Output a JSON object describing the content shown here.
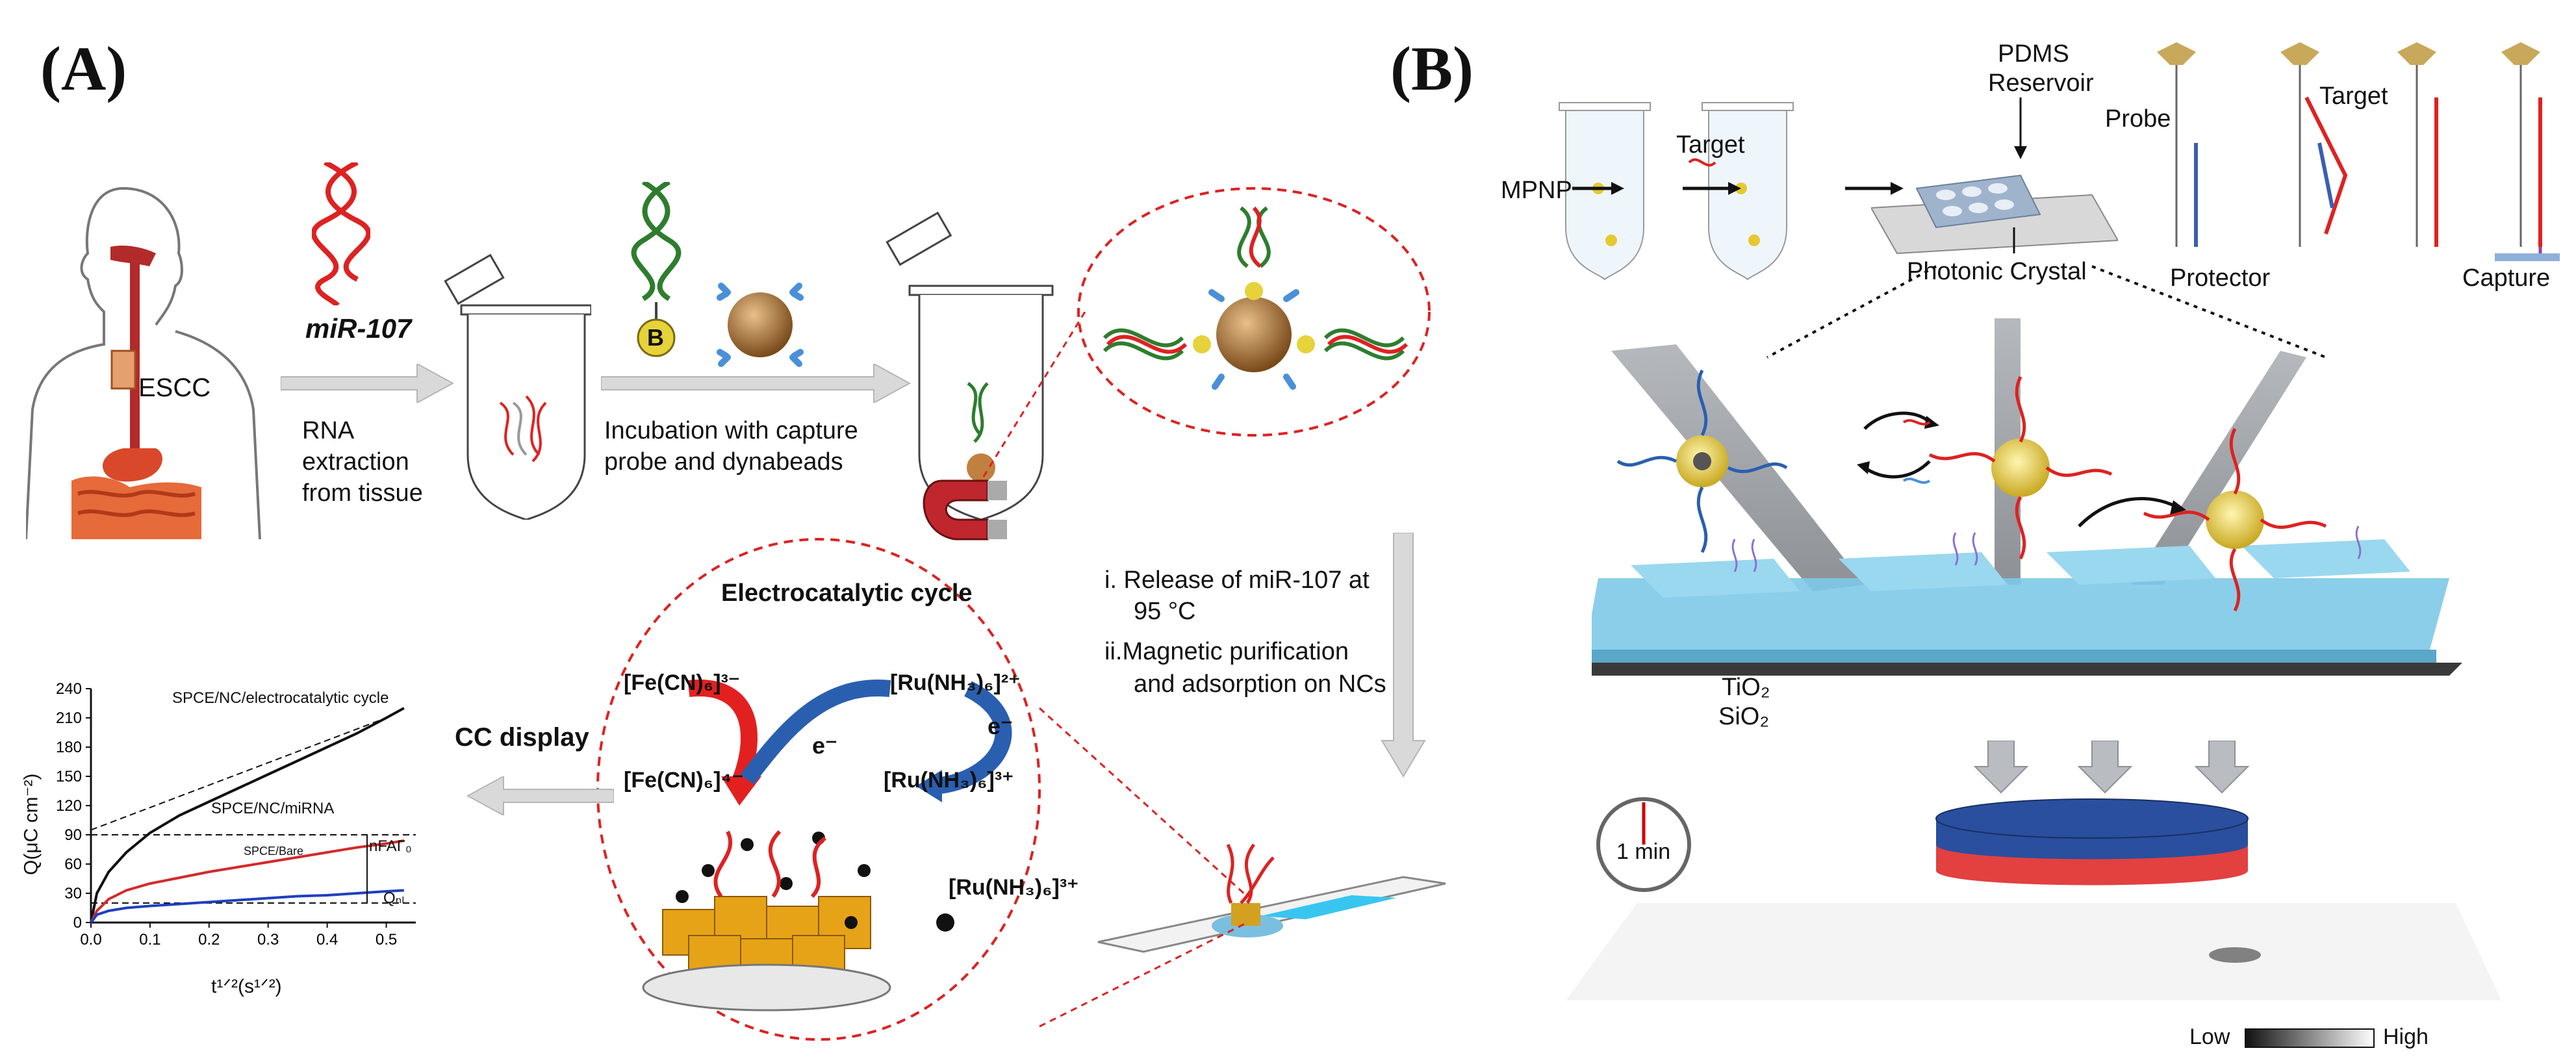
{
  "panel_a": {
    "label": "(A)",
    "escc": "ESCC",
    "mirna": "miR-107",
    "step1": [
      "RNA",
      "extraction",
      "from tissue"
    ],
    "step2": [
      "Incubation with capture",
      "probe and dynabeads"
    ],
    "bead_label": "B",
    "step3": [
      "i. Release of miR-107 at",
      "95 °C",
      "ii.Magnetic purification",
      "and adsorption on NCs"
    ],
    "cycle": {
      "title": "Electrocatalytic cycle",
      "fe3": "[Fe(CN)₆]³⁻",
      "fe4": "[Fe(CN)₆]⁴⁻",
      "ru2": "[Ru(NH₃)₆]²⁺",
      "ru3": "[Ru(NH₃)₆]³⁺",
      "ru3b": "[Ru(NH₃)₆]³⁺",
      "e1": "e⁻",
      "e2": "e⁻"
    },
    "cc_display": "CC display"
  },
  "chart_data": {
    "type": "line",
    "xlabel": "t¹ᐟ²(s¹ᐟ²)",
    "ylabel": "Q(μC cm⁻²)",
    "xlim": [
      0,
      0.55
    ],
    "ylim": [
      0,
      240
    ],
    "xticks": [
      "0.0",
      "0.1",
      "0.2",
      "0.3",
      "0.4",
      "0.5"
    ],
    "yticks": [
      "0",
      "30",
      "60",
      "90",
      "120",
      "150",
      "180",
      "210",
      "240"
    ],
    "grid": false,
    "series": [
      {
        "name": "SPCE/NC/electrocatalytic cycle",
        "color": "#111111",
        "x": [
          0,
          0.01,
          0.03,
          0.06,
          0.1,
          0.15,
          0.2,
          0.25,
          0.3,
          0.35,
          0.4,
          0.45,
          0.5,
          0.53
        ],
        "y": [
          0,
          30,
          52,
          72,
          92,
          110,
          124,
          138,
          152,
          166,
          180,
          194,
          210,
          220
        ]
      },
      {
        "name": "SPCE/NC/miRNA",
        "color": "#d42a2a",
        "x": [
          0,
          0.01,
          0.03,
          0.06,
          0.1,
          0.15,
          0.2,
          0.25,
          0.3,
          0.35,
          0.4,
          0.45,
          0.5,
          0.53
        ],
        "y": [
          0,
          12,
          24,
          33,
          40,
          46,
          52,
          57,
          62,
          67,
          72,
          77,
          81,
          84
        ]
      },
      {
        "name": "SPCE/Bare",
        "color": "#1f3fbf",
        "x": [
          0,
          0.01,
          0.03,
          0.06,
          0.1,
          0.15,
          0.2,
          0.25,
          0.3,
          0.35,
          0.4,
          0.45,
          0.5,
          0.53
        ],
        "y": [
          0,
          8,
          12,
          15,
          17,
          19,
          21,
          23,
          25,
          27,
          28,
          30,
          32,
          33
        ]
      }
    ],
    "annotations": {
      "nfa": "nFAΓ₀",
      "qdl": "Qₙₗ"
    }
  },
  "panel_b": {
    "label": "(B)",
    "mpnp": "MPNP",
    "target": "Target",
    "pdms": [
      "PDMS",
      "Reservoir"
    ],
    "photonic": "Photonic Crystal",
    "probe": "Probe",
    "target2": "Target",
    "protector": "Protector",
    "capture": "Capture",
    "tio2": "TiO₂",
    "sio2": "SiO₂",
    "timer": "1 min",
    "low": "Low",
    "high": "High"
  }
}
